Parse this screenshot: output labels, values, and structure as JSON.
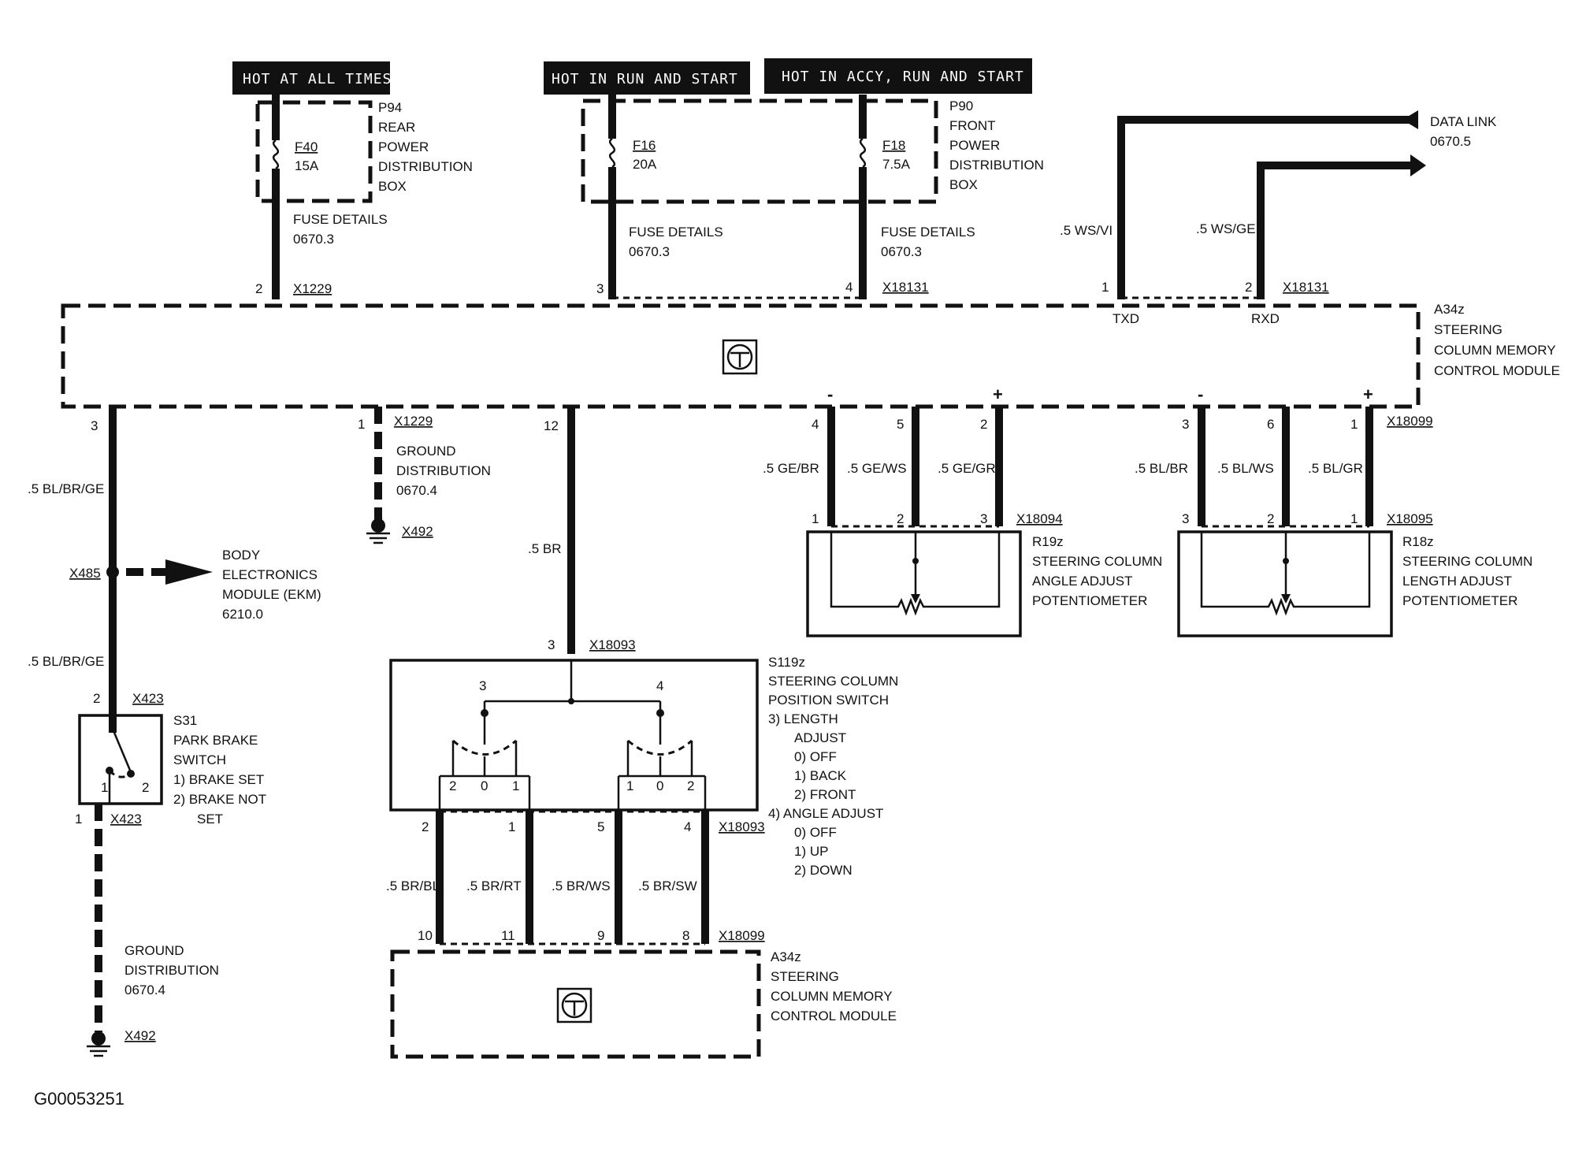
{
  "doc_id": "G00053251",
  "hot_labels": {
    "always": "HOT AT ALL TIMES",
    "run_start": "HOT IN RUN AND START",
    "accy_run_start": "HOT IN ACCY, RUN AND START"
  },
  "p94": {
    "id": "P94",
    "l1": "REAR",
    "l2": "POWER",
    "l3": "DISTRIBUTION",
    "l4": "BOX",
    "fuse": "F40",
    "amp": "15A"
  },
  "p90": {
    "id": "P90",
    "l1": "FRONT",
    "l2": "POWER",
    "l3": "DISTRIBUTION",
    "l4": "BOX",
    "fuse1": "F16",
    "amp1": "20A",
    "fuse2": "F18",
    "amp2": "7.5A"
  },
  "fuse_details": "FUSE DETAILS",
  "ref_06703": "0670.3",
  "data_link": {
    "l1": "DATA LINK",
    "l2": "0670.5",
    "wire1": ".5 WS/VI",
    "wire2": ".5 WS/GE",
    "txd": "TXD",
    "rxd": "RXD"
  },
  "module": {
    "id": "A34z",
    "l1": "STEERING",
    "l2": "COLUMN MEMORY",
    "l3": "CONTROL MODULE"
  },
  "connectors": {
    "x1229": "X1229",
    "x18131": "X18131",
    "x18099": "X18099",
    "x18094": "X18094",
    "x18095": "X18095",
    "x18093": "X18093",
    "x485": "X485",
    "x423": "X423",
    "x492": "X492"
  },
  "pins": {
    "p1": "1",
    "p2": "2",
    "p3": "3",
    "p4": "4",
    "p5": "5",
    "p6": "6",
    "p8": "8",
    "p9": "9",
    "p10": "10",
    "p11": "11",
    "p12": "12",
    "p0": "0",
    "minus": "-",
    "plus": "+"
  },
  "wires": {
    "bl_br_ge": ".5 BL/BR/GE",
    "br": ".5 BR",
    "ge_br": ".5 GE/BR",
    "ge_ws": ".5 GE/WS",
    "ge_gr": ".5 GE/GR",
    "bl_br": ".5 BL/BR",
    "bl_ws": ".5 BL/WS",
    "bl_gr": ".5 BL/GR",
    "br_bl": ".5 BR/BL",
    "br_rt": ".5 BR/RT",
    "br_ws": ".5 BR/WS",
    "br_sw": ".5 BR/SW"
  },
  "ground": {
    "l1": "GROUND",
    "l2": "DISTRIBUTION",
    "l3": "0670.4"
  },
  "ekm": {
    "l1": "BODY",
    "l2": "ELECTRONICS",
    "l3": "MODULE (EKM)",
    "l4": "6210.0"
  },
  "r19z": {
    "id": "R19z",
    "l1": "STEERING COLUMN",
    "l2": "ANGLE ADJUST",
    "l3": "POTENTIOMETER"
  },
  "r18z": {
    "id": "R18z",
    "l1": "STEERING COLUMN",
    "l2": "LENGTH ADJUST",
    "l3": "POTENTIOMETER"
  },
  "s31": {
    "id": "S31",
    "l1": "PARK BRAKE",
    "l2": "SWITCH",
    "l3": "1)   BRAKE SET",
    "l4": "2)   BRAKE NOT",
    "l5": "SET"
  },
  "s119z": {
    "id": "S119z",
    "l1": "STEERING COLUMN",
    "l2": "POSITION SWITCH",
    "l3": "3)   LENGTH",
    "l4": "ADJUST",
    "l5": "0) OFF",
    "l6": "1) BACK",
    "l7": "2) FRONT",
    "l8": "4)   ANGLE ADJUST",
    "l9": "0) OFF",
    "l10": "1) UP",
    "l11": "2) DOWN"
  }
}
